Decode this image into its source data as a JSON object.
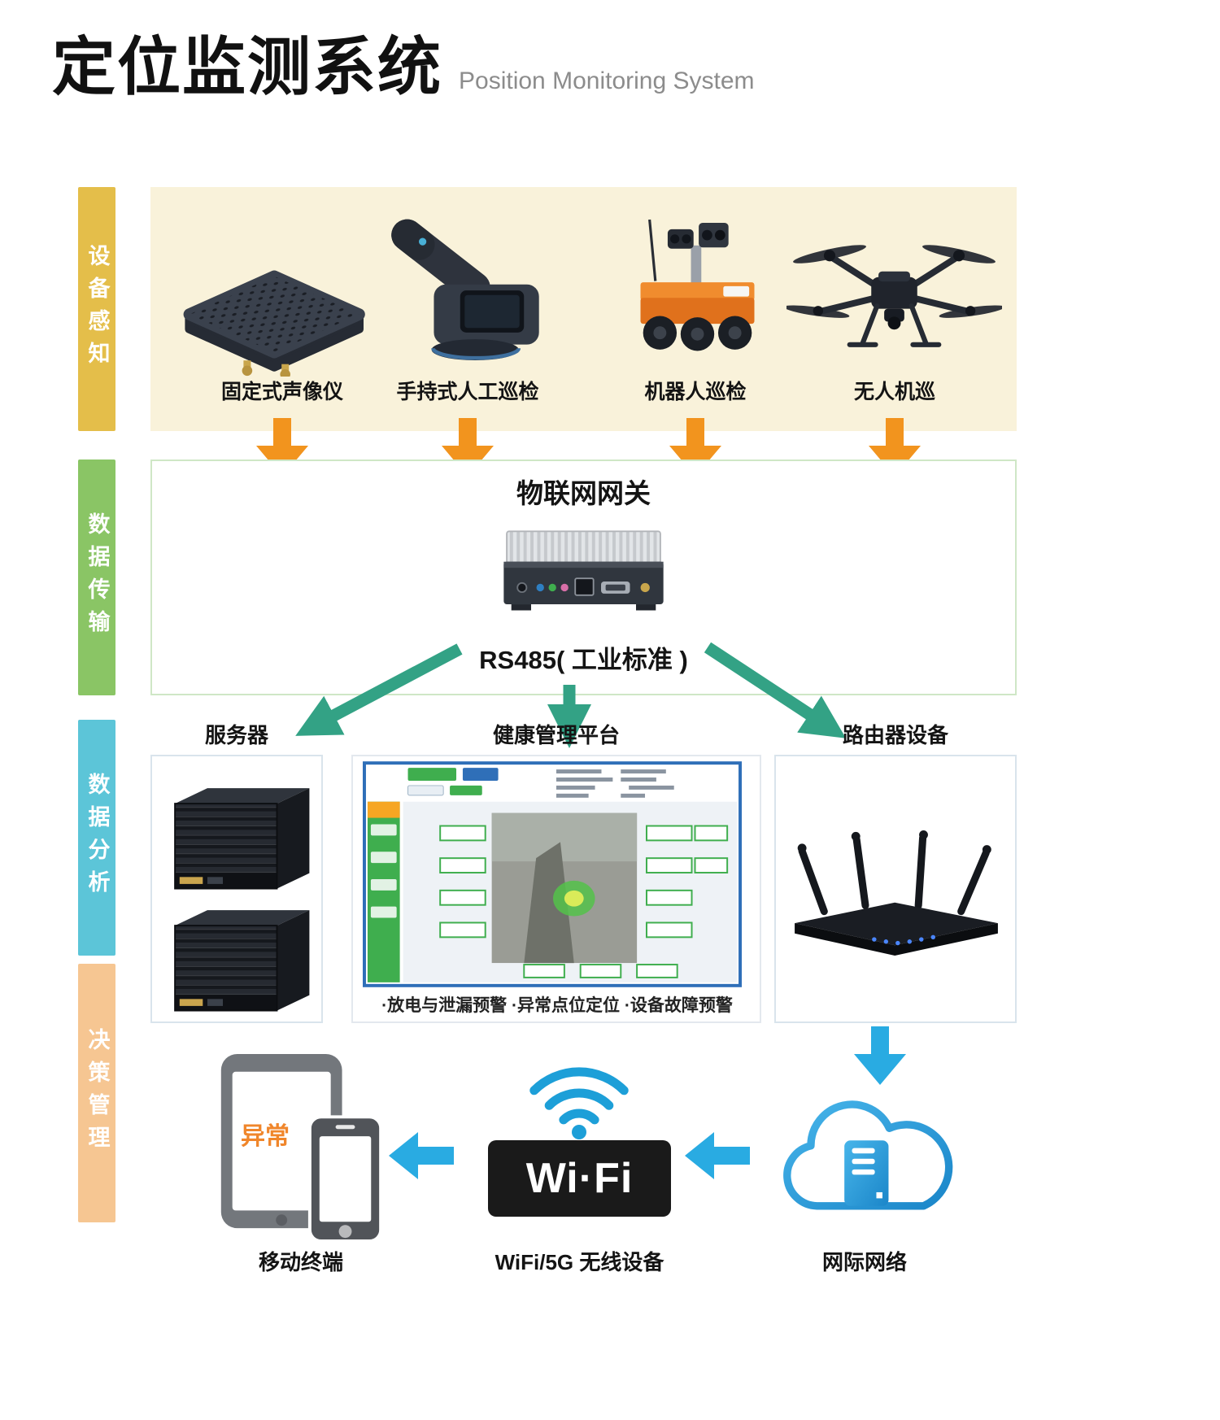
{
  "header": {
    "title": "定位监测系统",
    "subtitle": "Position Monitoring System"
  },
  "bands": {
    "perception": "设备感知",
    "transmission": "数据传输",
    "analysis": "数据分析",
    "decision": "决策管理"
  },
  "devices": [
    {
      "label": "固定式声像仪"
    },
    {
      "label": "手持式人工巡检"
    },
    {
      "label": "机器人巡检"
    },
    {
      "label": "无人机巡"
    }
  ],
  "gateway": {
    "title": "物联网网关",
    "protocol": "RS485( 工业标准 )"
  },
  "analysis": {
    "server_label": "服务器",
    "platform_label": "健康管理平台",
    "platform_caption": "·放电与泄漏预警 ·异常点位定位 ·设备故障预警",
    "router_label": "路由器设备"
  },
  "decision": {
    "mobile_label": "移动终端",
    "mobile_badge": "异常",
    "wifi_logo": "Wi·Fi",
    "wifi_label": "WiFi/5G 无线设备",
    "internet_label": "网际网络"
  },
  "colors": {
    "band_perception": "#E4BE4A",
    "band_transmission": "#8AC565",
    "band_analysis": "#5CC5D8",
    "band_decision": "#F6C692",
    "panel_cream": "#F9F2DA",
    "arrow_orange": "#F2941E",
    "arrow_green": "#33A285",
    "arrow_blue": "#29ABE2",
    "badge_orange": "#F0862B"
  }
}
